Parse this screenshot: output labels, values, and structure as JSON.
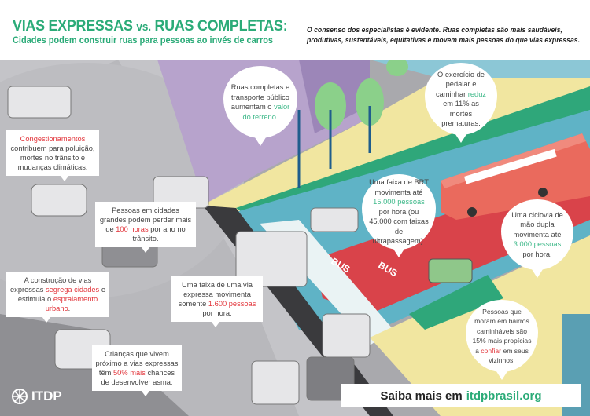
{
  "header": {
    "title_part1": "VIAS EXPRESSAS",
    "title_vs": "vs.",
    "title_part2": "RUAS COMPLETAS:",
    "subtitle": "Cidades podem construir ruas para pessoas ao invés de carros",
    "intro_line1": "O consenso dos especialistas é evidente. Ruas completas são mais saudáveis,",
    "intro_line2": "produtivas, sustentáveis, equitativas e movem mais pessoas do que vias expressas."
  },
  "callouts": {
    "congestion": {
      "highlight": "Congestionamentos",
      "text": "contribuem para poluição, mortes no trânsito e mudanças climáticas."
    },
    "hours": {
      "text": "Pessoas em cidades grandes podem perder mais de",
      "highlight": "100 horas",
      "text2": "por ano no trânsito."
    },
    "sprawl": {
      "text": "A construção de vias expressas",
      "highlight": "segrega cidades",
      "text2": "e estimula o",
      "highlight2": "espraiamento urbano",
      "text3": "."
    },
    "lane": {
      "text": "Uma faixa de uma via expressa movimenta somente",
      "highlight": "1.600 pessoas",
      "text2": "por hora."
    },
    "asthma": {
      "text": "Crianças que vivem próximo a vias expressas têm",
      "highlight": "50% mais",
      "text2": "chances de desenvolver asma."
    },
    "land_value": {
      "text": "Ruas completas e transporte público aumentam o",
      "highlight": "valor do  terreno",
      "text2": "."
    },
    "exercise": {
      "text": "O exercício de pedalar e caminhar",
      "highlight": "reduz",
      "text2": "em 11% as mortes prematuras."
    },
    "brt": {
      "text": "Uma faixa de BRT movimenta até",
      "highlight": "15.000 pessoas",
      "text2": "por hora (ou 45.000 com faixas de ultrapassagem)."
    },
    "bikeway": {
      "text": "Uma ciclovia de mão dupla movimenta até",
      "highlight": "3.000 pessoas",
      "text2": "por hora."
    },
    "trust": {
      "text": "Pessoas que moram em bairros caminháveis são 15% mais propícias a",
      "highlight": "confiar",
      "text2": "em seus vizinhos."
    }
  },
  "road_labels": {
    "bus1": "BUS",
    "bus2": "BUS"
  },
  "cta": {
    "text": "Saiba mais em",
    "link": "itdpbrasil.org"
  },
  "logo": {
    "text": "ITDP"
  },
  "colors": {
    "green": "#2bab78",
    "red": "#e2343a",
    "bus_lane": "#d9434a",
    "sidewalk": "#f1e6a0",
    "road_gray": "#bdbdc0"
  }
}
